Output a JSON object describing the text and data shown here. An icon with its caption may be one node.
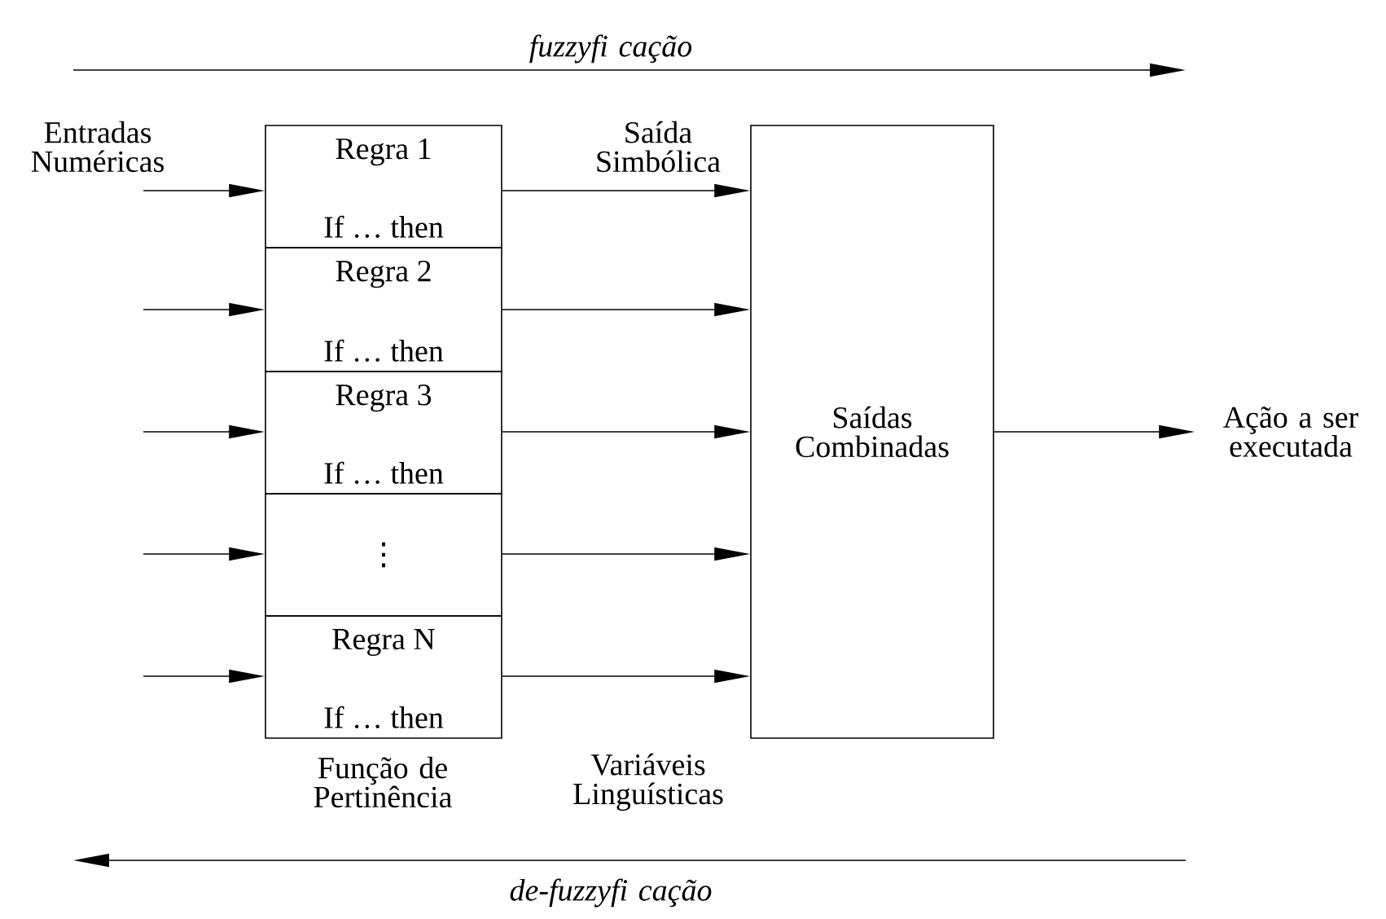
{
  "diagram": {
    "nodes": [
      {
        "text": [
          "Regra 1",
          "If … then"
        ]
      },
      {
        "text": [
          "Regra 2",
          "If … then"
        ]
      },
      {
        "text": [
          "Regra 3",
          "If … then"
        ]
      },
      {
        "text": [
          "⋮"
        ]
      },
      {
        "text": [
          "Regra N",
          "If … then"
        ]
      },
      {
        "text": [
          "Saídas Combinadas"
        ]
      },
      {
        "text": [
          "Ação a ser executada"
        ]
      }
    ],
    "edges": [
      {
        "from": null,
        "to": 0,
        "arrow": "to"
      },
      {
        "from": null,
        "to": 1,
        "arrow": "to"
      },
      {
        "from": null,
        "to": 2,
        "arrow": "to"
      },
      {
        "from": null,
        "to": 3,
        "arrow": "to"
      },
      {
        "from": null,
        "to": 4,
        "arrow": "to"
      },
      {
        "from": 0,
        "to": 5,
        "arrow": "to"
      },
      {
        "from": 1,
        "to": 5,
        "arrow": "to"
      },
      {
        "from": 2,
        "to": 5,
        "arrow": "to"
      },
      {
        "from": 3,
        "to": 5,
        "arrow": "to"
      },
      {
        "from": 4,
        "to": 5,
        "arrow": "to"
      },
      {
        "from": 5,
        "to": 6,
        "arrow": "to"
      }
    ],
    "labels": [
      "fuzzyfi cação",
      "Entradas Numéricas",
      "Saída Simbólica",
      "Função de Pertinência",
      "Variáveis Linguísticas",
      "de-fuzzyfi cação"
    ]
  }
}
